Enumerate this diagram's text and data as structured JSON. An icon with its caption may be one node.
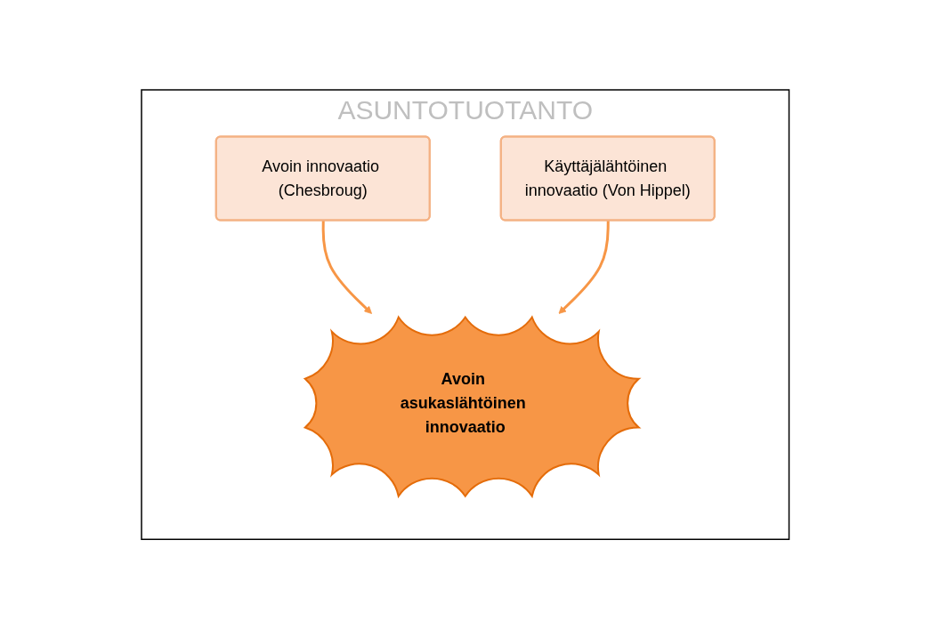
{
  "diagram": {
    "nodes": [
      {
        "text": [
          "ASUNTOTUOTANTO"
        ]
      },
      {
        "text": [
          "Avoin innovaatio (Chesbroug)"
        ],
        "in": 0
      },
      {
        "text": [
          "Käyttäjälähtöinen innovaatio (Von Hippel)"
        ],
        "in": 0
      },
      {
        "text": [
          "Avoin asukaslähtöinen innovaatio"
        ],
        "in": 0
      }
    ],
    "edges": [
      {
        "from": 1,
        "to": 3,
        "arrow": "to"
      },
      {
        "from": 2,
        "to": 3,
        "arrow": "to"
      }
    ]
  }
}
